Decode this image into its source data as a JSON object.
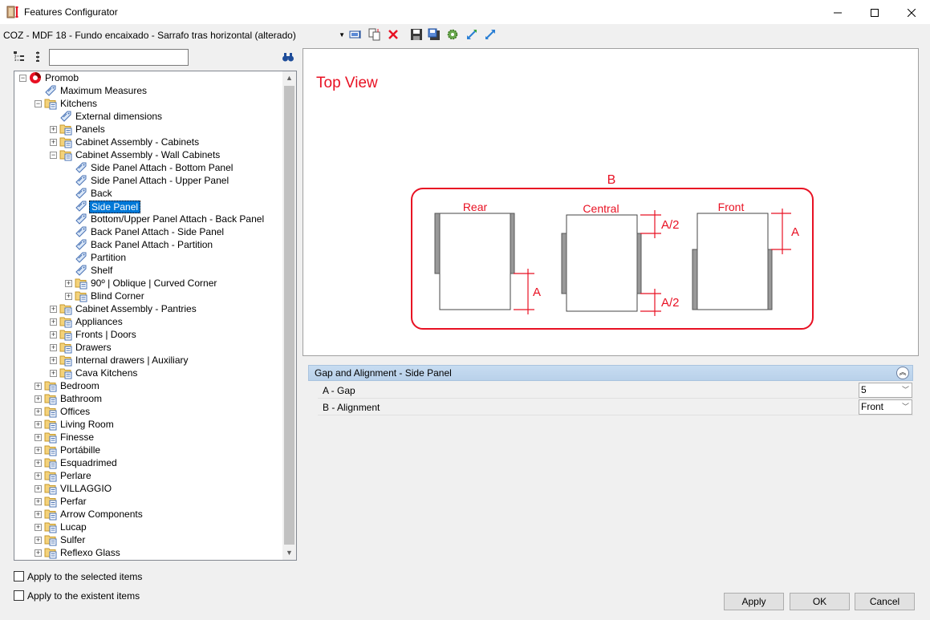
{
  "window": {
    "title": "Features Configurator"
  },
  "toolbar": {
    "config_value": "COZ - MDF 18 - Fundo encaixado - Sarrafo tras horizontal (alterado)"
  },
  "tree": {
    "items": [
      {
        "label": "Promob",
        "level": 0,
        "expander": "minus",
        "icon": "promob-logo-icon"
      },
      {
        "label": "Maximum Measures",
        "level": 1,
        "expander": "none",
        "icon": "tag-icon"
      },
      {
        "label": "Kitchens",
        "level": 1,
        "expander": "minus",
        "icon": "folder-icon"
      },
      {
        "label": "External dimensions",
        "level": 2,
        "expander": "none",
        "icon": "tag-icon"
      },
      {
        "label": "Panels",
        "level": 2,
        "expander": "plus",
        "icon": "folder-icon"
      },
      {
        "label": "Cabinet Assembly - Cabinets",
        "level": 2,
        "expander": "plus",
        "icon": "folder-icon"
      },
      {
        "label": "Cabinet Assembly - Wall Cabinets",
        "level": 2,
        "expander": "minus",
        "icon": "folder-icon"
      },
      {
        "label": "Side Panel Attach - Bottom Panel",
        "level": 3,
        "expander": "none",
        "icon": "tag-icon"
      },
      {
        "label": "Side Panel Attach - Upper Panel",
        "level": 3,
        "expander": "none",
        "icon": "tag-icon"
      },
      {
        "label": "Back",
        "level": 3,
        "expander": "none",
        "icon": "tag-icon"
      },
      {
        "label": "Side Panel",
        "level": 3,
        "expander": "none",
        "icon": "tag-icon",
        "selected": true
      },
      {
        "label": "Bottom/Upper Panel Attach - Back Panel",
        "level": 3,
        "expander": "none",
        "icon": "tag-icon"
      },
      {
        "label": "Back Panel Attach - Side Panel",
        "level": 3,
        "expander": "none",
        "icon": "tag-icon"
      },
      {
        "label": "Back Panel Attach - Partition",
        "level": 3,
        "expander": "none",
        "icon": "tag-icon"
      },
      {
        "label": "Partition",
        "level": 3,
        "expander": "none",
        "icon": "tag-icon"
      },
      {
        "label": "Shelf",
        "level": 3,
        "expander": "none",
        "icon": "tag-icon"
      },
      {
        "label": "90º | Oblique | Curved Corner",
        "level": 3,
        "expander": "plus",
        "icon": "folder-icon"
      },
      {
        "label": "Blind Corner",
        "level": 3,
        "expander": "plus",
        "icon": "folder-icon"
      },
      {
        "label": "Cabinet Assembly - Pantries",
        "level": 2,
        "expander": "plus",
        "icon": "folder-icon"
      },
      {
        "label": "Appliances",
        "level": 2,
        "expander": "plus",
        "icon": "folder-icon"
      },
      {
        "label": "Fronts | Doors",
        "level": 2,
        "expander": "plus",
        "icon": "folder-icon"
      },
      {
        "label": "Drawers",
        "level": 2,
        "expander": "plus",
        "icon": "folder-icon"
      },
      {
        "label": "Internal drawers | Auxiliary",
        "level": 2,
        "expander": "plus",
        "icon": "folder-icon"
      },
      {
        "label": "Cava Kitchens",
        "level": 2,
        "expander": "plus",
        "icon": "folder-icon"
      },
      {
        "label": "Bedroom",
        "level": 1,
        "expander": "plus",
        "icon": "folder-icon"
      },
      {
        "label": "Bathroom",
        "level": 1,
        "expander": "plus",
        "icon": "folder-icon"
      },
      {
        "label": "Offices",
        "level": 1,
        "expander": "plus",
        "icon": "folder-icon"
      },
      {
        "label": "Living Room",
        "level": 1,
        "expander": "plus",
        "icon": "folder-icon"
      },
      {
        "label": "Finesse",
        "level": 1,
        "expander": "plus",
        "icon": "folder-icon"
      },
      {
        "label": "Portábille",
        "level": 1,
        "expander": "plus",
        "icon": "folder-icon"
      },
      {
        "label": "Esquadrimed",
        "level": 1,
        "expander": "plus",
        "icon": "folder-icon"
      },
      {
        "label": "Perlare",
        "level": 1,
        "expander": "plus",
        "icon": "folder-icon"
      },
      {
        "label": "VILLAGGIO",
        "level": 1,
        "expander": "plus",
        "icon": "folder-icon"
      },
      {
        "label": "Perfar",
        "level": 1,
        "expander": "plus",
        "icon": "folder-icon"
      },
      {
        "label": "Arrow Components",
        "level": 1,
        "expander": "plus",
        "icon": "folder-icon"
      },
      {
        "label": "Lucap",
        "level": 1,
        "expander": "plus",
        "icon": "folder-icon"
      },
      {
        "label": "Sulfer",
        "level": 1,
        "expander": "plus",
        "icon": "folder-icon"
      },
      {
        "label": "Reflexo Glass",
        "level": 1,
        "expander": "plus",
        "icon": "folder-icon"
      }
    ]
  },
  "preview": {
    "title": "Top View",
    "label_b": "B",
    "rear": "Rear",
    "central": "Central",
    "front": "Front",
    "a": "A",
    "a_half": "A/2",
    "accent": "#e81123"
  },
  "properties": {
    "header": "Gap and Alignment -  Side Panel",
    "rows": [
      {
        "name": "A - Gap",
        "value": "5"
      },
      {
        "name": "B - Alignment",
        "value": "Front"
      }
    ]
  },
  "options": {
    "apply_selected": "Apply to the selected items",
    "apply_existent": "Apply to the existent items"
  },
  "buttons": {
    "apply": "Apply",
    "ok": "OK",
    "cancel": "Cancel"
  }
}
